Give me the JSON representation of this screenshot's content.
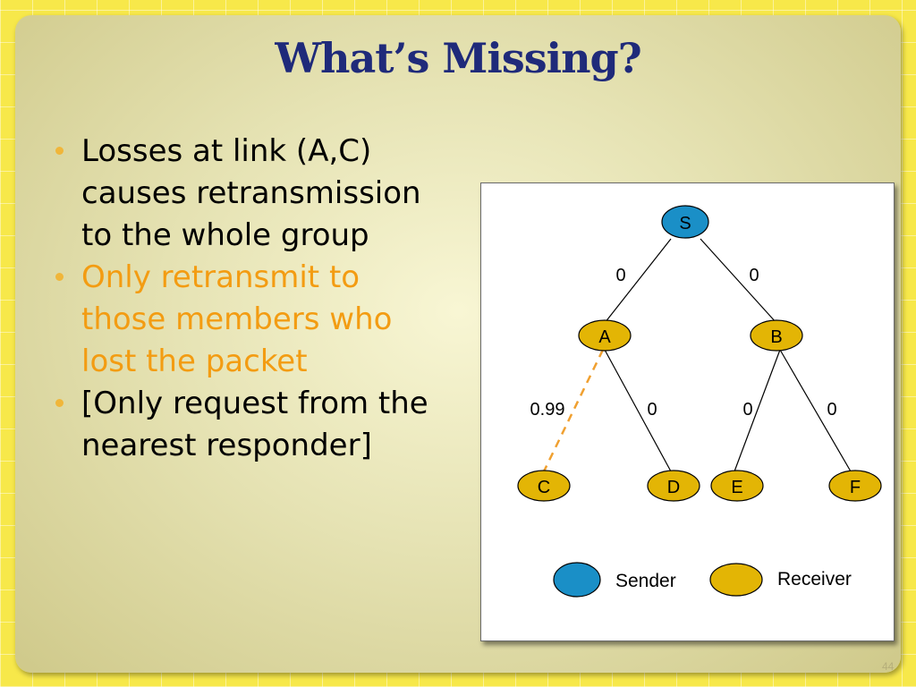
{
  "slide": {
    "title": "What’s Missing?",
    "bullets": [
      {
        "text": "Losses at link (A,C) causes retransmission to the whole group",
        "highlight": false
      },
      {
        "text": "Only retransmit to those members who lost the packet",
        "highlight": true
      },
      {
        "text": "[Only request from the nearest responder]",
        "highlight": false
      }
    ],
    "page_number": "44"
  },
  "diagram": {
    "nodes": {
      "S": {
        "label": "S",
        "role": "sender"
      },
      "A": {
        "label": "A",
        "role": "receiver"
      },
      "B": {
        "label": "B",
        "role": "receiver"
      },
      "C": {
        "label": "C",
        "role": "receiver"
      },
      "D": {
        "label": "D",
        "role": "receiver"
      },
      "E": {
        "label": "E",
        "role": "receiver"
      },
      "F": {
        "label": "F",
        "role": "receiver"
      }
    },
    "edges": [
      {
        "from": "S",
        "to": "A",
        "loss": "0"
      },
      {
        "from": "S",
        "to": "B",
        "loss": "0"
      },
      {
        "from": "A",
        "to": "C",
        "loss": "0.99",
        "lossy": true
      },
      {
        "from": "A",
        "to": "D",
        "loss": "0"
      },
      {
        "from": "B",
        "to": "E",
        "loss": "0"
      },
      {
        "from": "B",
        "to": "F",
        "loss": "0"
      }
    ],
    "legend": {
      "sender": "Sender",
      "receiver": "Receiver"
    },
    "colors": {
      "sender": "#1a8fc7",
      "receiver": "#e3b505",
      "lossy_link": "#f0a030",
      "link": "#000000"
    }
  }
}
